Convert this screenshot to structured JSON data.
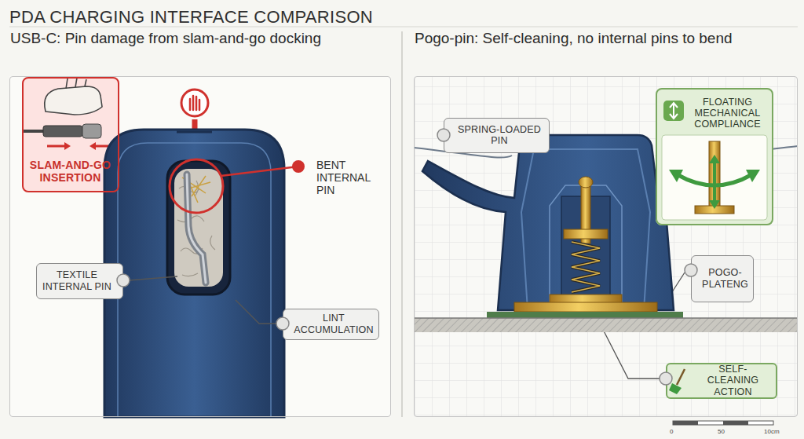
{
  "diagram": {
    "title": "PDA CHARGING INTERFACE COMPARISON",
    "nodes": [
      {
        "text": [
          "USB-C: Pin damage from slam-and-go docking"
        ]
      },
      {
        "text": [
          "SLAM-AND-GO INSERTION"
        ],
        "in": 0
      },
      {
        "text": [
          "TEXTILE INTERNAL PIN"
        ],
        "in": 0
      },
      {
        "text": [
          "LINT ACCUMULATION"
        ],
        "in": 0
      },
      {
        "text": [
          "Pogo-pin: Self-cleaning, no internal pins to bend"
        ]
      },
      {
        "text": [
          "SPRING-LOADED PIN"
        ],
        "in": 4
      },
      {
        "text": [
          "FLOATING MECHANICAL COMPLIANCE"
        ],
        "in": 4
      },
      {
        "text": [
          "POGO-PLATENG"
        ],
        "in": 4
      },
      {
        "text": [
          "SELF-CLEANING ACTION"
        ],
        "in": 4
      }
    ],
    "labels": [
      "BENT INTERNAL PIN",
      "0",
      "50",
      "10cm"
    ]
  }
}
